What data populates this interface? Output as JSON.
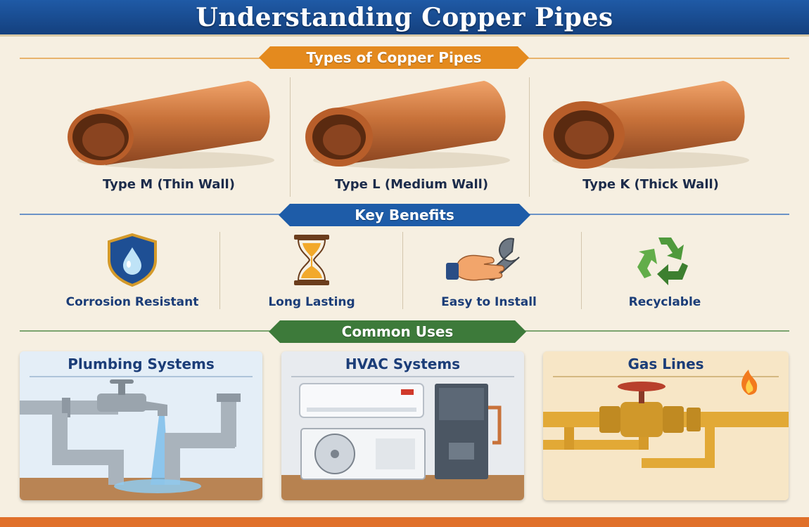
{
  "title": "Understanding Copper Pipes",
  "sections": {
    "types": {
      "label": "Types of Copper Pipes"
    },
    "benefits": {
      "label": "Key Benefits"
    },
    "uses": {
      "label": "Common Uses"
    }
  },
  "pipe_types": [
    {
      "label": "Type M (Thin Wall)"
    },
    {
      "label": "Type L (Medium Wall)"
    },
    {
      "label": "Type K (Thick Wall)"
    }
  ],
  "benefits": [
    {
      "label": "Corrosion Resistant",
      "icon": "water-drop-shield-icon"
    },
    {
      "label": "Long Lasting",
      "icon": "hourglass-icon"
    },
    {
      "label": "Easy to Install",
      "icon": "wrench-hand-icon"
    },
    {
      "label": "Recyclable",
      "icon": "recycle-icon"
    }
  ],
  "uses": [
    {
      "label": "Plumbing Systems",
      "icon": "faucet-pipes-illustration"
    },
    {
      "label": "HVAC Systems",
      "icon": "air-conditioner-illustration"
    },
    {
      "label": "Gas Lines",
      "icon": "gas-valve-illustration"
    }
  ],
  "colors": {
    "header": "#1f5aa6",
    "types_banner": "#e48a1e",
    "benefits_banner": "#1e5ca8",
    "uses_banner": "#3d7a3a",
    "copper": "#c8723a",
    "footer": "#e0702a"
  }
}
